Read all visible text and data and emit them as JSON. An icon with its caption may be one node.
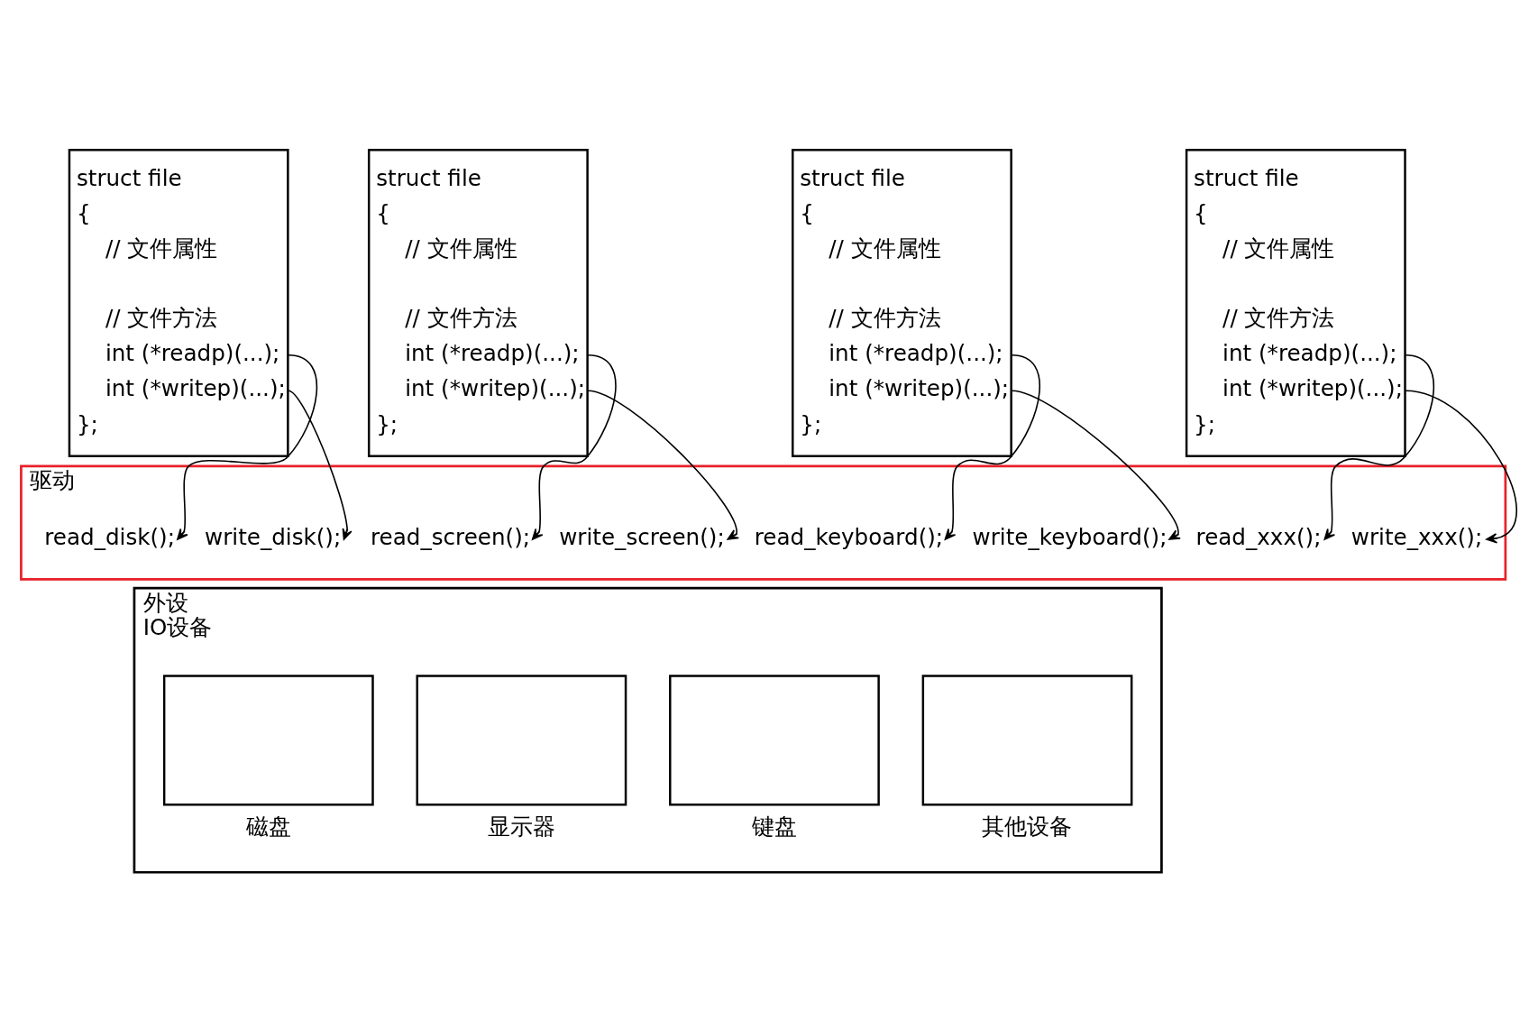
{
  "diagram": {
    "nodes": [
      {
        "text": [
          "struct file",
          "{",
          "// 文件属性",
          "// 文件方法",
          "int (*readp)(...);",
          "int (*writep)(...);",
          "};"
        ]
      },
      {
        "text": [
          "struct file",
          "{",
          "// 文件属性",
          "// 文件方法",
          "int (*readp)(...);",
          "int (*writep)(...);",
          "};"
        ]
      },
      {
        "text": [
          "struct file",
          "{",
          "// 文件属性",
          "// 文件方法",
          "int (*readp)(...);",
          "int (*writep)(...);",
          "};"
        ]
      },
      {
        "text": [
          "struct file",
          "{",
          "// 文件属性",
          "// 文件方法",
          "int (*readp)(...);",
          "int (*writep)(...);",
          "};"
        ]
      },
      {
        "text": [
          "驱动"
        ]
      },
      {
        "text": [
          "read_disk();"
        ],
        "in": 4
      },
      {
        "text": [
          "write_disk();"
        ],
        "in": 4
      },
      {
        "text": [
          "read_screen();"
        ],
        "in": 4
      },
      {
        "text": [
          "write_screen();"
        ],
        "in": 4
      },
      {
        "text": [
          "read_keyboard();"
        ],
        "in": 4
      },
      {
        "text": [
          "write_keyboard();"
        ],
        "in": 4
      },
      {
        "text": [
          "read_xxx();"
        ],
        "in": 4
      },
      {
        "text": [
          "write_xxx();"
        ],
        "in": 4
      },
      {
        "text": [
          "外设",
          "IO设备"
        ]
      },
      {
        "text": [],
        "shape": "box",
        "beside": [
          "磁盘"
        ],
        "in": 13
      },
      {
        "text": [],
        "shape": "box",
        "beside": [
          "显示器"
        ],
        "in": 13
      },
      {
        "text": [],
        "shape": "box",
        "beside": [
          "键盘"
        ],
        "in": 13
      },
      {
        "text": [],
        "shape": "box",
        "beside": [
          "其他设备"
        ],
        "in": 13
      }
    ],
    "edges": [
      {
        "from": 0,
        "to": 5,
        "arrow": "to"
      },
      {
        "from": 0,
        "to": 6,
        "arrow": "to"
      },
      {
        "from": 1,
        "to": 7,
        "arrow": "to"
      },
      {
        "from": 1,
        "to": 8,
        "arrow": "to"
      },
      {
        "from": 2,
        "to": 9,
        "arrow": "to"
      },
      {
        "from": 2,
        "to": 10,
        "arrow": "to"
      },
      {
        "from": 3,
        "to": 11,
        "arrow": "to"
      },
      {
        "from": 3,
        "to": 12,
        "arrow": "to"
      }
    ]
  }
}
